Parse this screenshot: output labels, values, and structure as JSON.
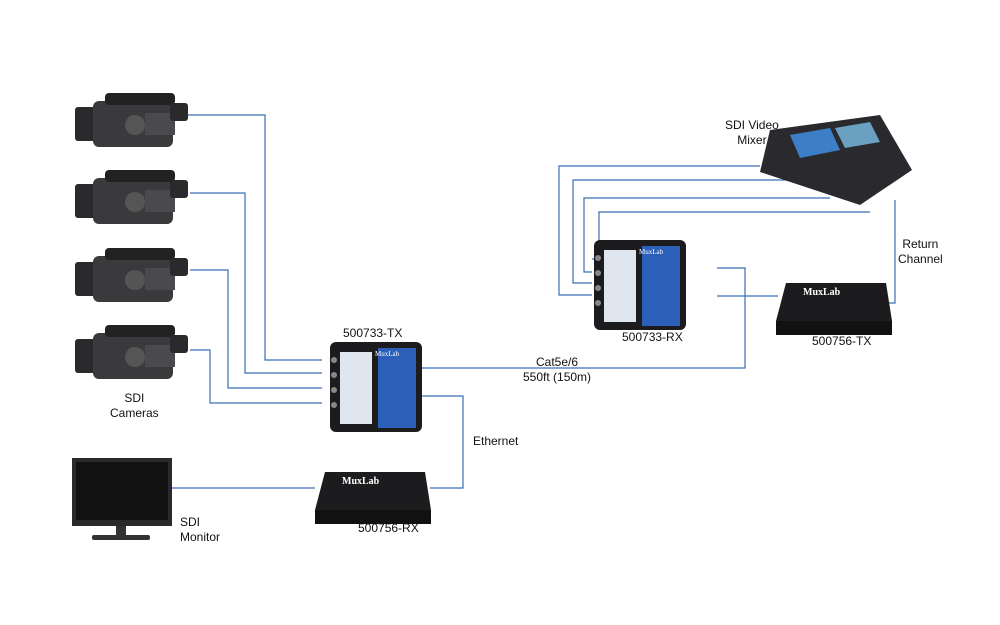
{
  "labels": {
    "cameras": [
      "SDI",
      "Cameras"
    ],
    "monitor": [
      "SDI",
      "Monitor"
    ],
    "tx_main": "500733-TX",
    "rx_main": "500733-RX",
    "rx_return": "500756-RX",
    "tx_return": "500756-TX",
    "mixer": [
      "SDI Video",
      "Mixer"
    ],
    "return_channel": [
      "Return",
      "Channel"
    ],
    "cable": [
      "Cat5e/6",
      "550ft (150m)"
    ],
    "ethernet": "Ethernet"
  },
  "brand": "MuxLab",
  "colors": {
    "cable": "#3a6fb5",
    "device": "#1c1c1e",
    "panel": "#2b5fb8"
  }
}
